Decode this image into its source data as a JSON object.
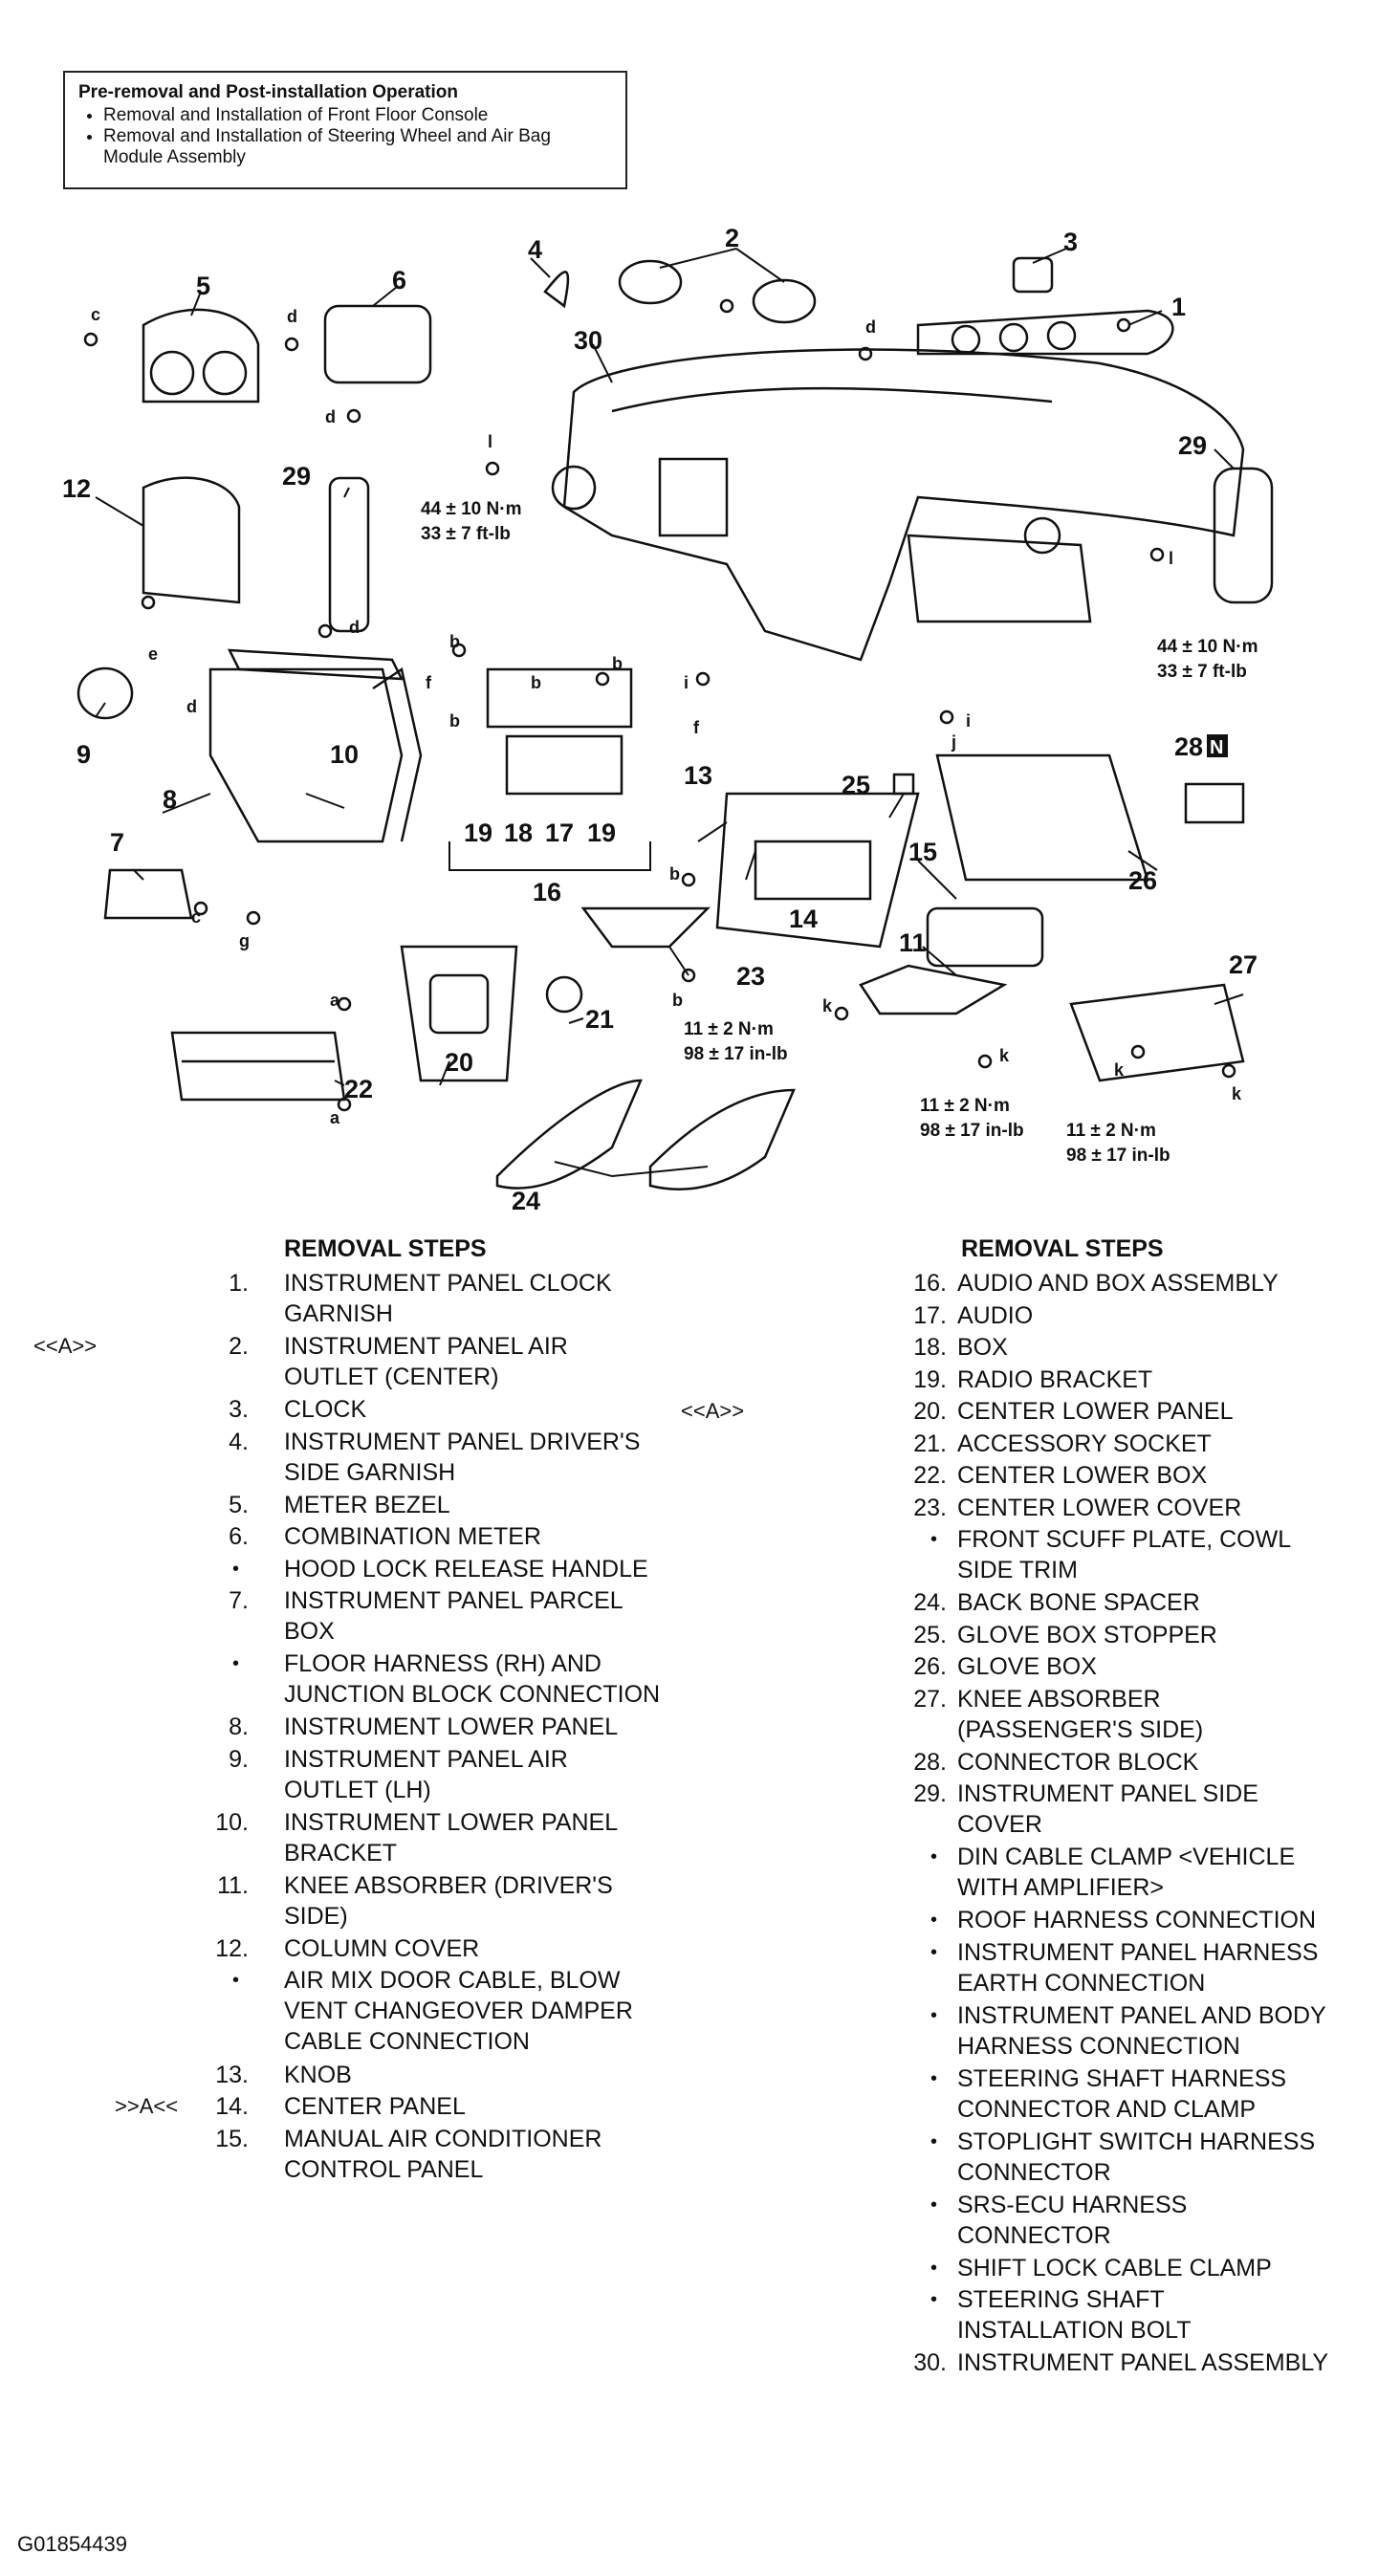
{
  "pre_op": {
    "title": "Pre-removal and Post-installation Operation",
    "items": [
      "Removal and Installation of Front Floor Console",
      "Removal and Installation of Steering Wheel and Air Bag Module Assembly"
    ]
  },
  "diagram": {
    "callouts": [
      "1",
      "2",
      "3",
      "4",
      "5",
      "6",
      "7",
      "8",
      "9",
      "10",
      "11",
      "12",
      "13",
      "14",
      "15",
      "16",
      "17",
      "18",
      "19",
      "19",
      "20",
      "21",
      "22",
      "23",
      "24",
      "25",
      "26",
      "27",
      "28",
      "29",
      "29",
      "30"
    ],
    "letters": [
      "a",
      "a",
      "b",
      "b",
      "b",
      "b",
      "b",
      "b",
      "c",
      "c",
      "d",
      "d",
      "d",
      "d",
      "d",
      "e",
      "f",
      "f",
      "g",
      "i",
      "i",
      "j",
      "k",
      "k",
      "k",
      "k",
      "l",
      "l"
    ],
    "torque": {
      "t1_line1": "44 ± 10 N·m",
      "t1_line2": "33 ± 7 ft-lb",
      "t2_line1": "44 ± 10 N·m",
      "t2_line2": "33 ± 7 ft-lb",
      "t3_line1": "11 ± 2 N·m",
      "t3_line2": "98 ± 17 in-lb",
      "t4_line1": "11 ± 2 N·m",
      "t4_line2": "98 ± 17 in-lb",
      "t5_line1": "11 ± 2 N·m",
      "t5_line2": "98 ± 17 in-lb"
    },
    "badge_28": "N"
  },
  "left_steps": {
    "header": "REMOVAL STEPS",
    "items": [
      {
        "num": "1.",
        "text": "INSTRUMENT PANEL CLOCK\nGARNISH",
        "flag": ""
      },
      {
        "num": "2.",
        "text": "INSTRUMENT PANEL AIR\nOUTLET (CENTER)",
        "flag": "<<A>>"
      },
      {
        "num": "3.",
        "text": "CLOCK",
        "flag": ""
      },
      {
        "num": "4.",
        "text": "INSTRUMENT PANEL DRIVER'S\nSIDE GARNISH",
        "flag": ""
      },
      {
        "num": "5.",
        "text": "METER BEZEL",
        "flag": ""
      },
      {
        "num": "6.",
        "text": "COMBINATION METER",
        "flag": ""
      },
      {
        "num": "•",
        "text": "HOOD LOCK RELEASE HANDLE",
        "flag": ""
      },
      {
        "num": "7.",
        "text": "INSTRUMENT PANEL PARCEL\nBOX",
        "flag": ""
      },
      {
        "num": "•",
        "text": "FLOOR HARNESS (RH) AND\nJUNCTION BLOCK CONNECTION",
        "flag": ""
      },
      {
        "num": "8.",
        "text": "INSTRUMENT LOWER PANEL",
        "flag": ""
      },
      {
        "num": "9.",
        "text": "INSTRUMENT PANEL AIR\nOUTLET (LH)",
        "flag": ""
      },
      {
        "num": "10.",
        "text": "INSTRUMENT LOWER PANEL\nBRACKET",
        "flag": ""
      },
      {
        "num": "11.",
        "text": "KNEE ABSORBER (DRIVER'S\nSIDE)",
        "flag": ""
      },
      {
        "num": "12.",
        "text": "COLUMN COVER",
        "flag": ""
      },
      {
        "num": "•",
        "text": "AIR MIX DOOR CABLE, BLOW\nVENT CHANGEOVER DAMPER\nCABLE CONNECTION",
        "flag": ""
      },
      {
        "num": "13.",
        "text": "KNOB",
        "flag": ""
      },
      {
        "num": "14.",
        "text": "CENTER PANEL",
        "flag": ">>A<<"
      },
      {
        "num": "15.",
        "text": "MANUAL AIR CONDITIONER\nCONTROL PANEL",
        "flag": ""
      }
    ]
  },
  "right_steps": {
    "header": "REMOVAL STEPS",
    "items": [
      {
        "num": "16.",
        "text": "AUDIO AND BOX ASSEMBLY",
        "flag": ""
      },
      {
        "num": "17.",
        "text": "AUDIO",
        "flag": ""
      },
      {
        "num": "18.",
        "text": "BOX",
        "flag": ""
      },
      {
        "num": "19.",
        "text": "RADIO BRACKET",
        "flag": ""
      },
      {
        "num": "20.",
        "text": "CENTER LOWER PANEL",
        "flag": "<<A>>"
      },
      {
        "num": "21.",
        "text": "ACCESSORY SOCKET",
        "flag": ""
      },
      {
        "num": "22.",
        "text": "CENTER LOWER BOX",
        "flag": ""
      },
      {
        "num": "23.",
        "text": "CENTER LOWER COVER",
        "flag": ""
      },
      {
        "num": "•",
        "text": "FRONT SCUFF PLATE, COWL\nSIDE TRIM",
        "flag": ""
      },
      {
        "num": "24.",
        "text": "BACK BONE SPACER",
        "flag": ""
      },
      {
        "num": "25.",
        "text": "GLOVE BOX STOPPER",
        "flag": ""
      },
      {
        "num": "26.",
        "text": "GLOVE BOX",
        "flag": ""
      },
      {
        "num": "27.",
        "text": "KNEE ABSORBER\n(PASSENGER'S SIDE)",
        "flag": ""
      },
      {
        "num": "28.",
        "text": "CONNECTOR BLOCK",
        "flag": ""
      },
      {
        "num": "29.",
        "text": "INSTRUMENT PANEL SIDE\nCOVER",
        "flag": ""
      },
      {
        "num": "•",
        "text": "DIN CABLE CLAMP <VEHICLE\nWITH AMPLIFIER>",
        "flag": ""
      },
      {
        "num": "•",
        "text": "ROOF HARNESS CONNECTION",
        "flag": ""
      },
      {
        "num": "•",
        "text": "INSTRUMENT PANEL HARNESS\nEARTH CONNECTION",
        "flag": ""
      },
      {
        "num": "•",
        "text": "INSTRUMENT PANEL AND BODY\nHARNESS CONNECTION",
        "flag": ""
      },
      {
        "num": "•",
        "text": "STEERING SHAFT HARNESS\nCONNECTOR AND CLAMP",
        "flag": ""
      },
      {
        "num": "•",
        "text": "STOPLIGHT SWITCH HARNESS\nCONNECTOR",
        "flag": ""
      },
      {
        "num": "•",
        "text": "SRS-ECU HARNESS\nCONNECTOR",
        "flag": ""
      },
      {
        "num": "•",
        "text": "SHIFT LOCK CABLE CLAMP",
        "flag": ""
      },
      {
        "num": "•",
        "text": "STEERING SHAFT\nINSTALLATION BOLT",
        "flag": ""
      },
      {
        "num": "30.",
        "text": "INSTRUMENT PANEL ASSEMBLY",
        "flag": ""
      }
    ]
  },
  "figure_code": "G01854439"
}
